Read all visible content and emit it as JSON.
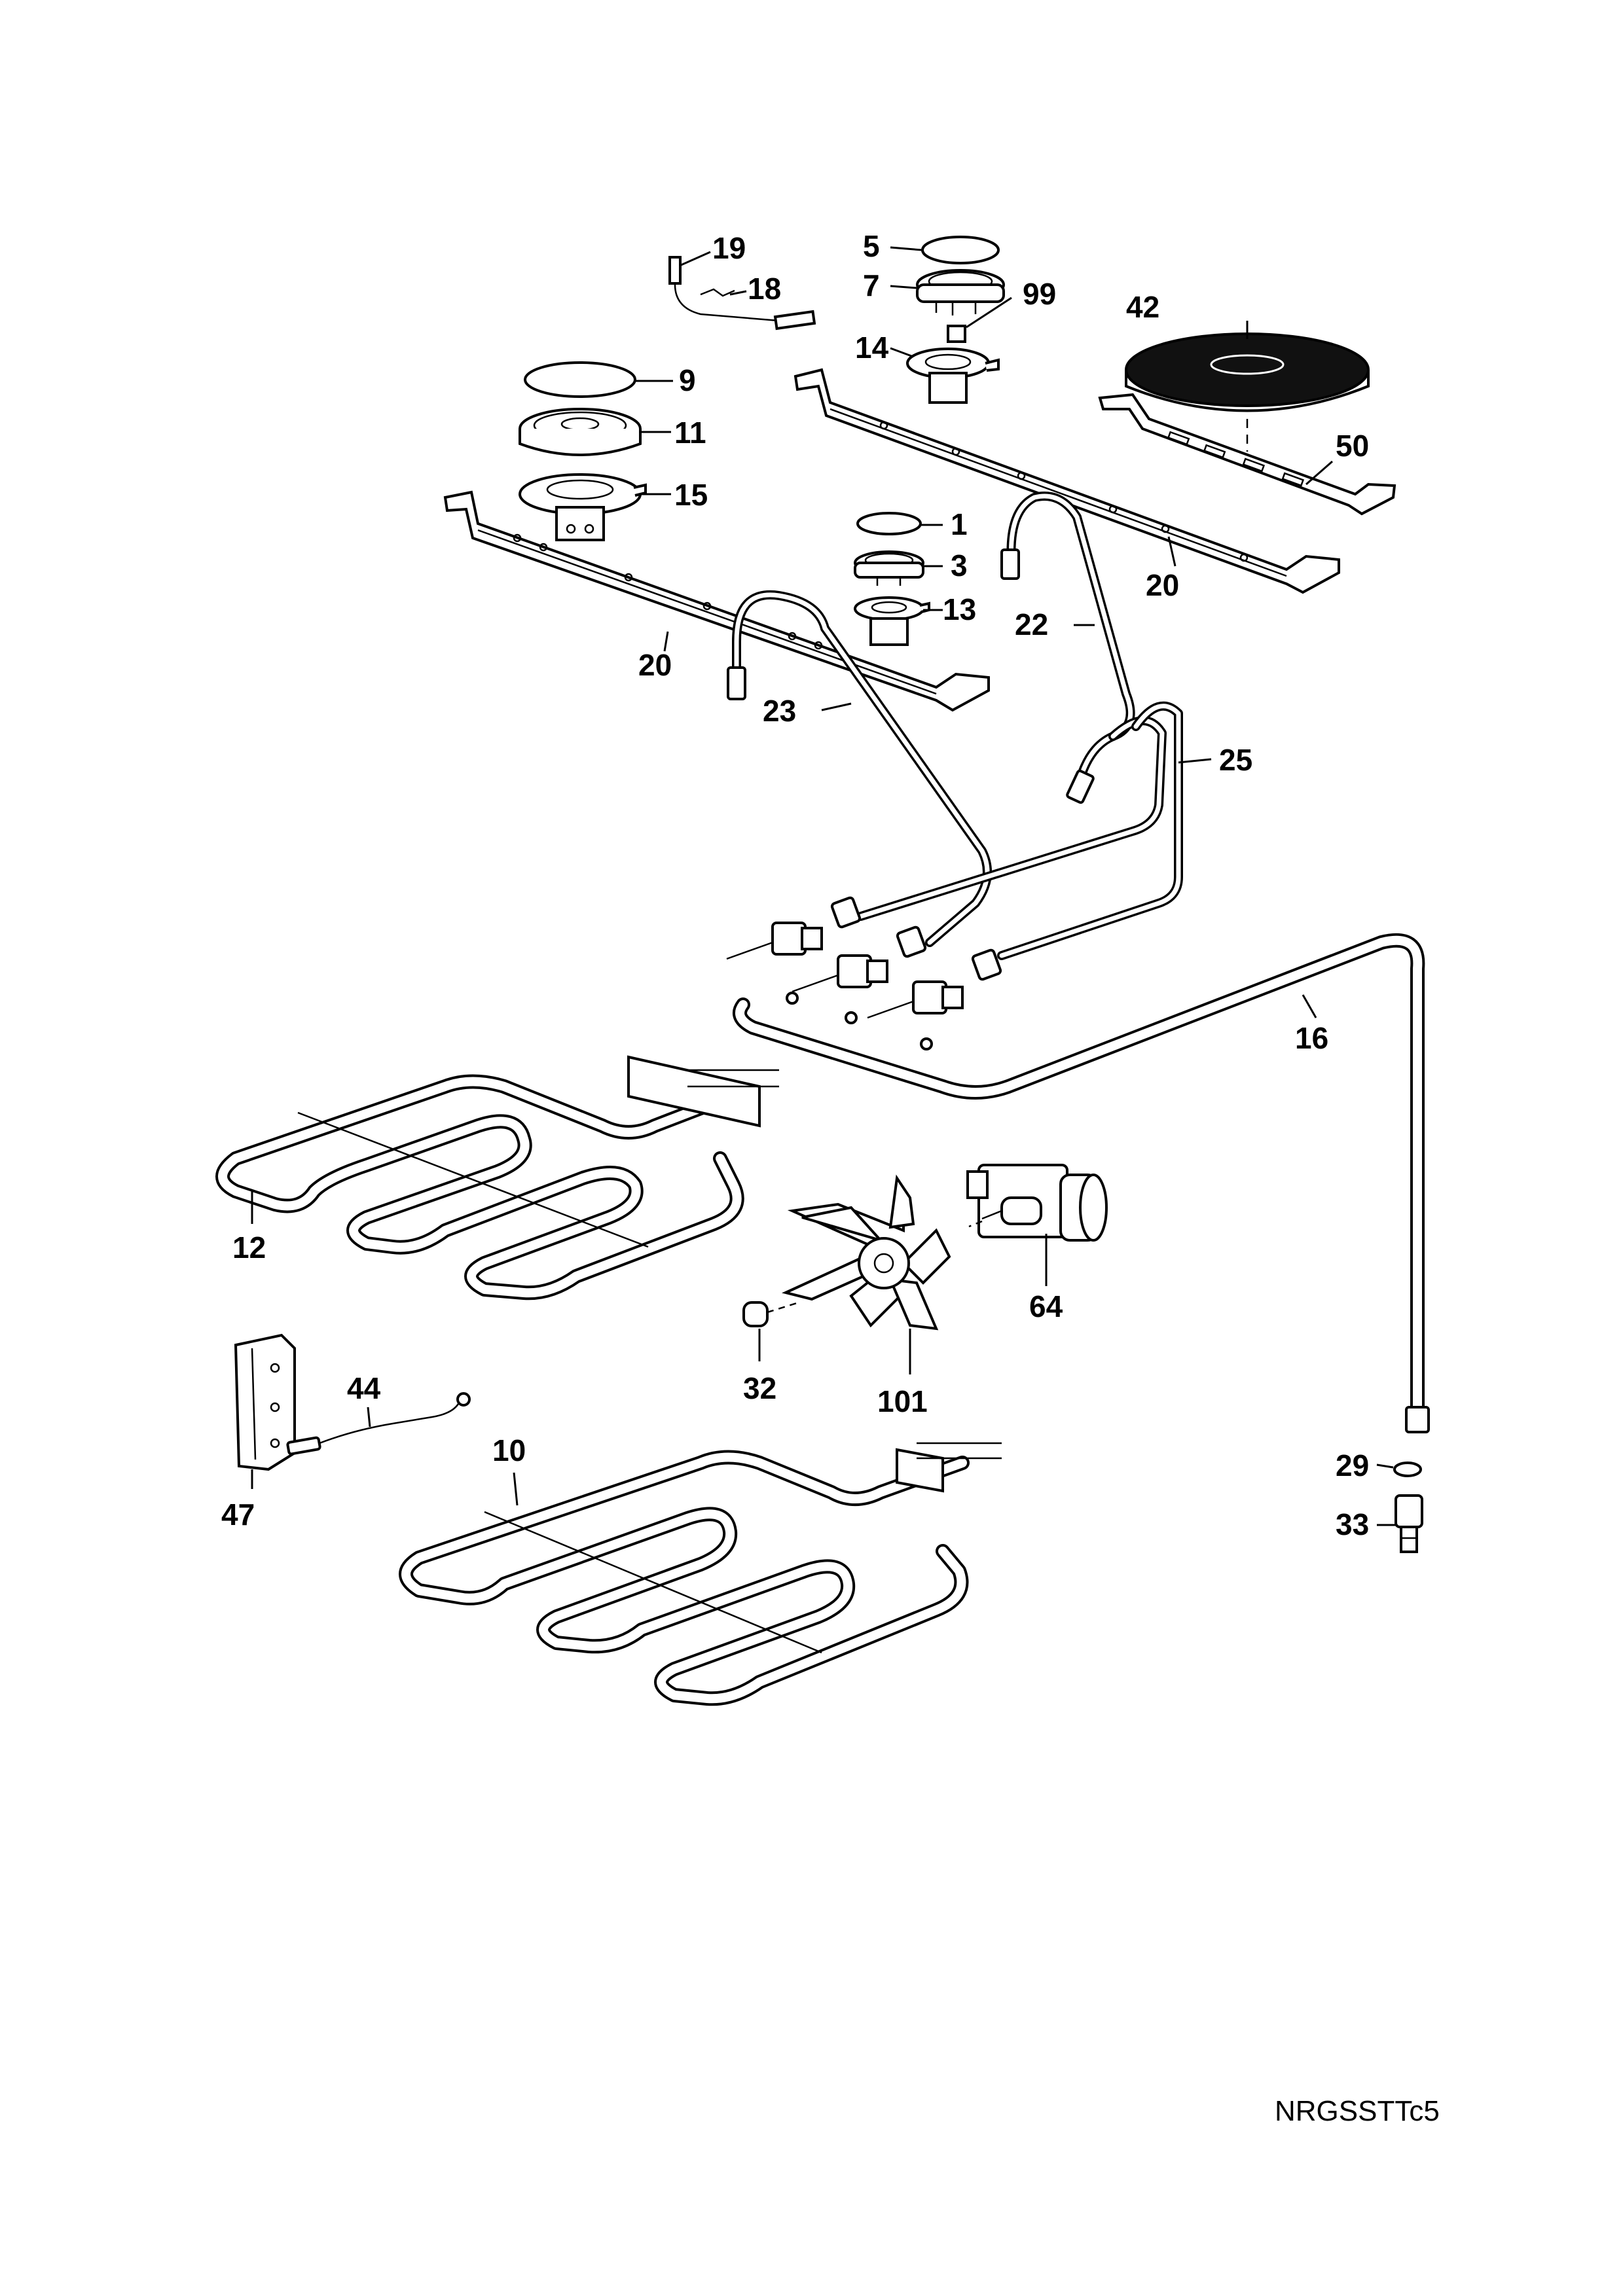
{
  "labels": {
    "l19": "19",
    "l18": "18",
    "l5": "5",
    "l7": "7",
    "l99": "99",
    "l14": "14",
    "l42": "42",
    "l9": "9",
    "l11": "11",
    "l15": "15",
    "l50": "50",
    "l1": "1",
    "l3": "3",
    "l13": "13",
    "l20a": "20",
    "l20b": "20",
    "l22": "22",
    "l23": "23",
    "l25": "25",
    "l16": "16",
    "l12": "12",
    "l64": "64",
    "l44": "44",
    "l32": "32",
    "l101": "101",
    "l10": "10",
    "l47": "47",
    "l29": "29",
    "l33": "33"
  },
  "drawing_code": "NRGSSTTc5"
}
